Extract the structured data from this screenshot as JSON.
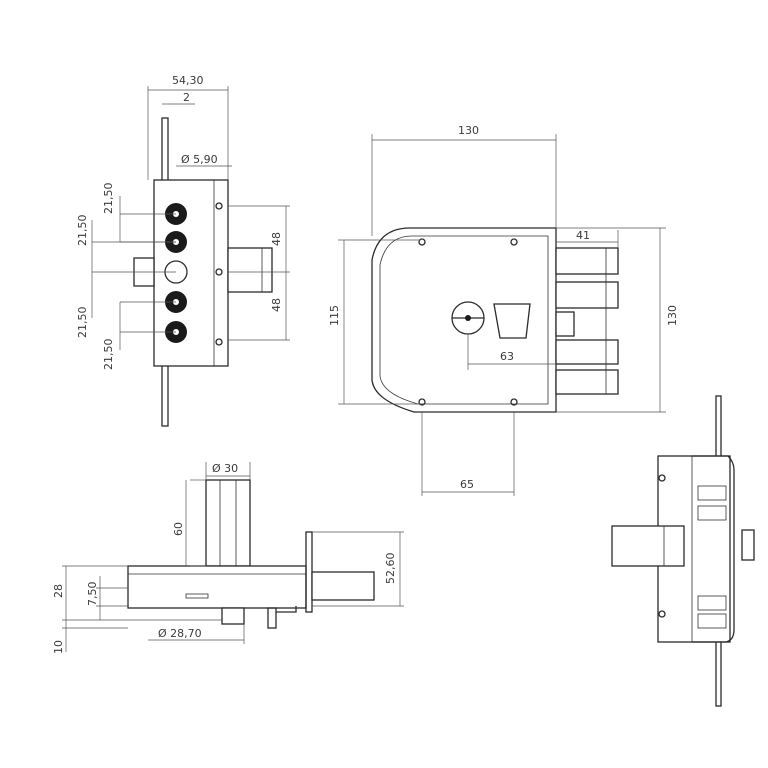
{
  "colors": {
    "line": "#2b2b2b",
    "dimension": "#555555",
    "background": "#ffffff"
  },
  "dimensions": {
    "side_total_width": "54,30",
    "side_plate_thickness": "2",
    "side_hole_dia": "Ø 5,90",
    "side_pitch_top_left": "21,50",
    "side_pitch_top_right": "21,50",
    "side_pitch_bottom_left": "21,50",
    "side_pitch_bottom_right": "21,50",
    "side_bolt_upper": "48",
    "side_bolt_lower": "48",
    "front_width": "130",
    "front_height_left": "115",
    "front_height_right": "130",
    "front_bolt_projection": "41",
    "front_key_offset": "63",
    "front_hole_spacing": "65",
    "top_cylinder_dia": "Ø 30",
    "top_cylinder_height": "60",
    "top_depth": "52,60",
    "top_body_height": "28",
    "top_offset": "7,50",
    "top_base": "10",
    "top_spindle_dia": "Ø 28,70"
  }
}
